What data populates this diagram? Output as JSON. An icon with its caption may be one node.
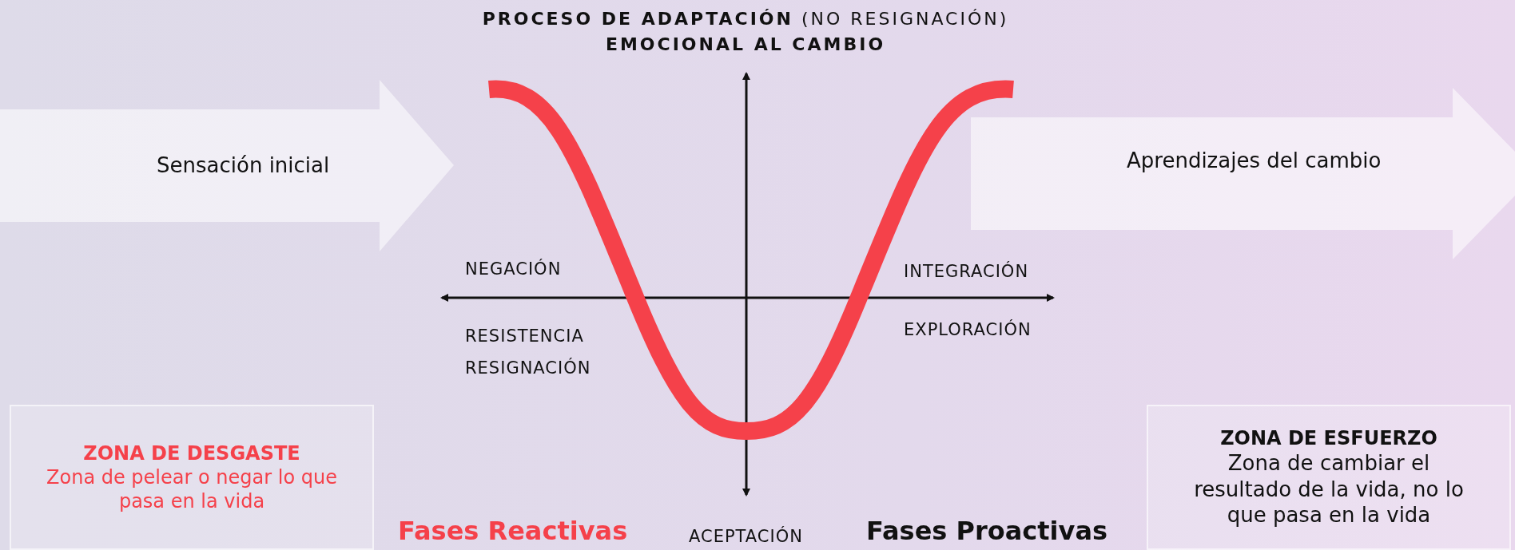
{
  "diagram": {
    "title": "**PROCESO DE ADAPTACIÓN** (NO RESIGNACIÓN) **EMOCIONAL AL CAMBIO**",
    "nodes": [
      {
        "text": [
          "Sensación inicial"
        ]
      },
      {
        "text": [
          "Aprendizajes del cambio"
        ]
      },
      {
        "text": [
          "ZONA DE DESGASTE",
          "Zona de pelear o negar lo que pasa en la vida"
        ]
      },
      {
        "text": [
          "ZONA DE ESFUERZO",
          "Zona de cambiar el resultado de la vida, no lo que pasa en la vida"
        ]
      }
    ],
    "labels": [
      "NEGACIÓN",
      "INTEGRACIÓN",
      "RESISTENCIA",
      "EXPLORACIÓN",
      "RESIGNACIÓN",
      "Fases Reactivas",
      "ACEPTACIÓN",
      "Fases Proactivas"
    ]
  }
}
